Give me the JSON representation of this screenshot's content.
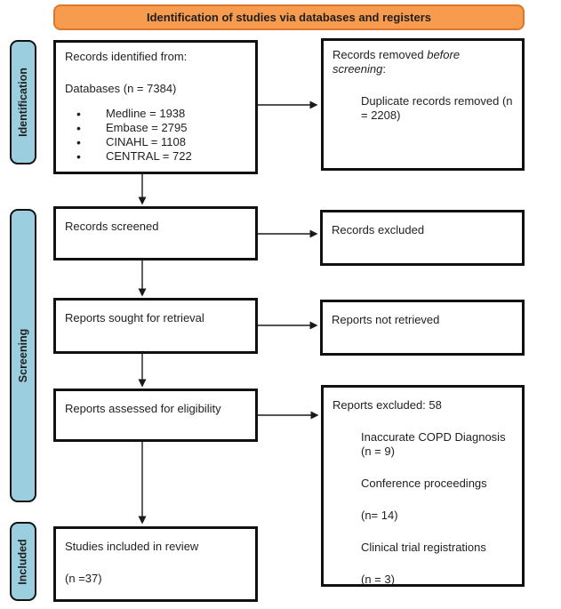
{
  "banner": {
    "title": "Identification of studies via databases and registers"
  },
  "stages": [
    {
      "label": "Identification"
    },
    {
      "label": "Screening"
    },
    {
      "label": "Included"
    }
  ],
  "boxes": {
    "records_identified": {
      "line1": "Records identified from:",
      "line2": "Databases (n = 7384)",
      "bullets": [
        "Medline = 1938",
        "Embase = 2795",
        "CINAHL = 1108",
        "CENTRAL = 722"
      ]
    },
    "records_removed": {
      "prefix": "Records removed ",
      "italic": "before screening",
      "suffix": ":",
      "detail": "Duplicate records removed (n = 2208)"
    },
    "records_screened": {
      "label": "Records screened"
    },
    "records_excluded": {
      "label": "Records excluded"
    },
    "reports_sought": {
      "label": "Reports sought for retrieval"
    },
    "reports_not_retrieved": {
      "label": "Reports not retrieved"
    },
    "reports_assessed": {
      "label": "Reports assessed for eligibility"
    },
    "reports_excluded": {
      "title": "Reports excluded: 58",
      "reasons": [
        "Inaccurate COPD Diagnosis (n = 9)",
        "Conference proceedings",
        "(n= 14)",
        "Clinical trial registrations",
        "(n = 3)"
      ]
    },
    "studies_included": {
      "line1": "Studies included in review",
      "line2": "(n =37)"
    }
  },
  "colors": {
    "banner_fill": "#F79B4F",
    "banner_border": "#D9782D",
    "stage_fill": "#9BCFE0",
    "box_border": "#111111",
    "arrow_color": "#1a1a1a",
    "text_color": "#1f1f1f"
  }
}
